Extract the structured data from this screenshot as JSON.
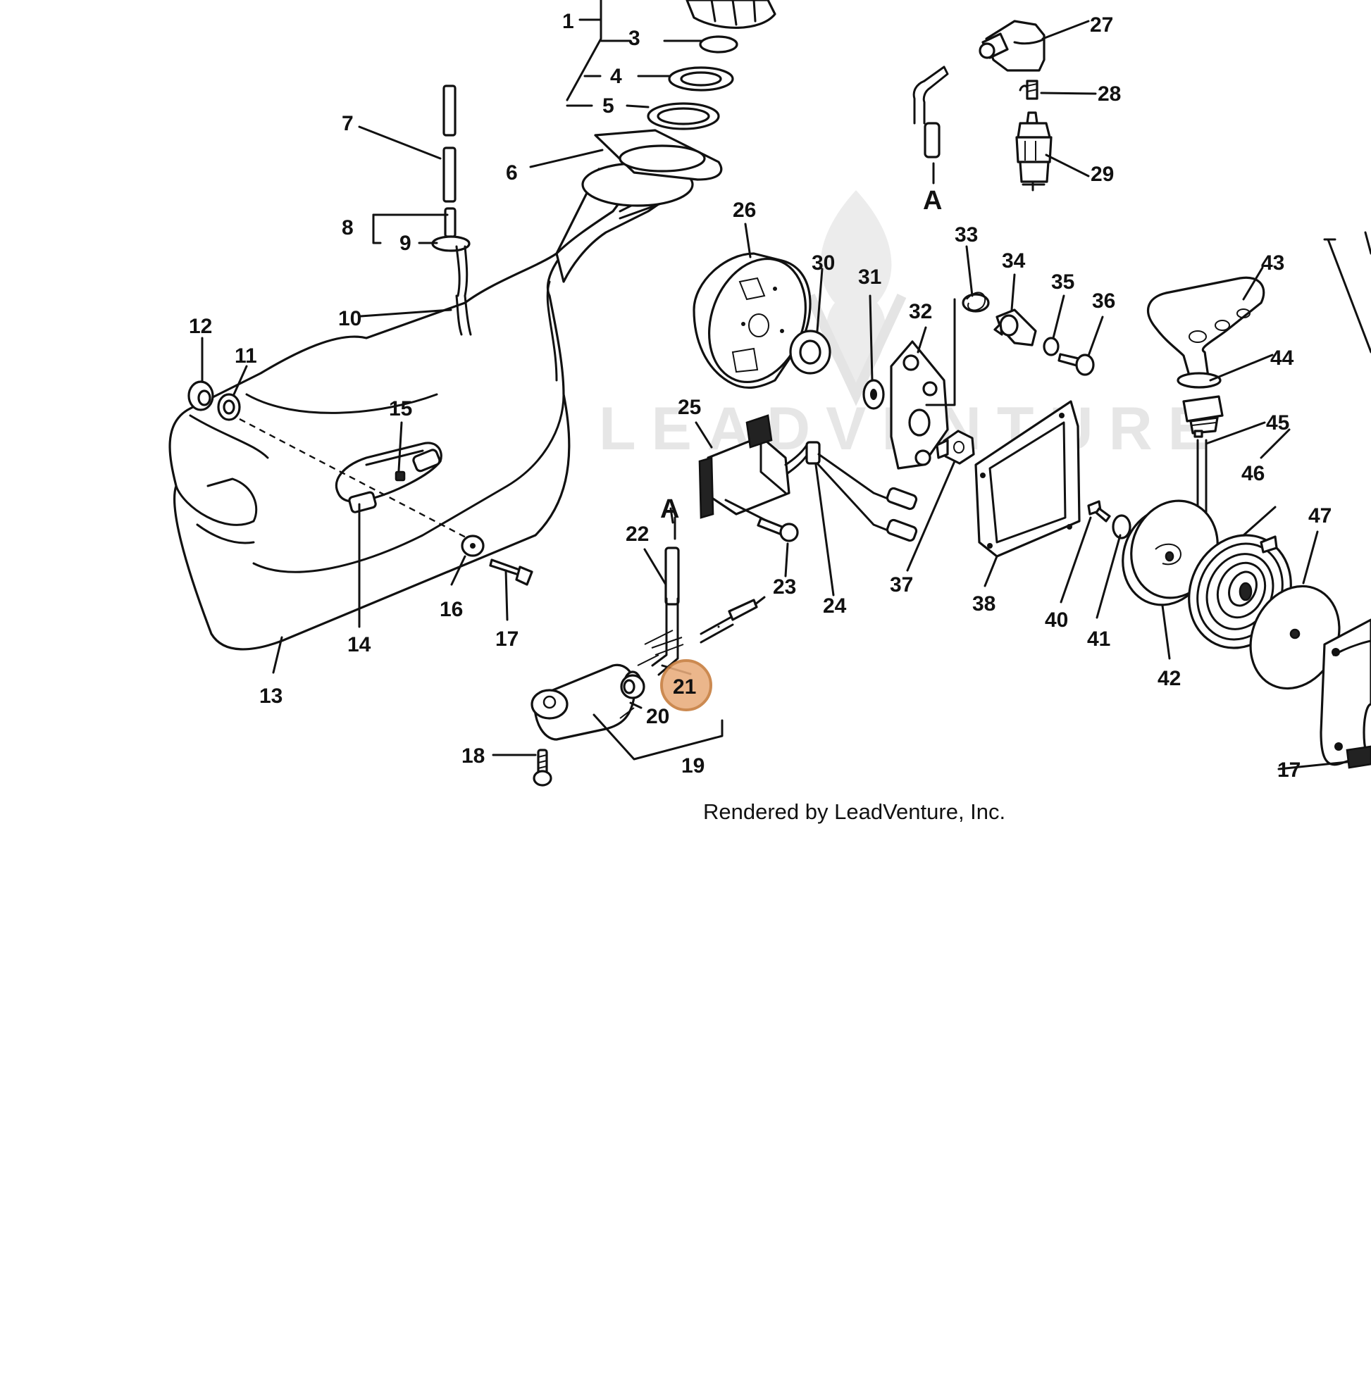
{
  "diagram": {
    "labels": {
      "l1": "1",
      "l3": "3",
      "l4": "4",
      "l5": "5",
      "l6": "6",
      "l7": "7",
      "l8": "8",
      "l9": "9",
      "l10": "10",
      "l11": "11",
      "l12": "12",
      "l13": "13",
      "l14": "14",
      "l15": "15",
      "l16": "16",
      "l17": "17",
      "l17b": "17",
      "l18": "18",
      "l19": "19",
      "l20": "20",
      "l21": "21",
      "l22": "22",
      "l23": "23",
      "l24": "24",
      "l25": "25",
      "l26": "26",
      "l27": "27",
      "l28": "28",
      "l29": "29",
      "l30": "30",
      "l31": "31",
      "l32": "32",
      "l33": "33",
      "l34": "34",
      "l35": "35",
      "l36": "36",
      "l37": "37",
      "l38": "38",
      "l40": "40",
      "l41": "41",
      "l42": "42",
      "l43": "43",
      "l44": "44",
      "l45": "45",
      "l46": "46",
      "l47": "47",
      "connectorA1": "A",
      "connectorA2": "A"
    },
    "highlighted_part": "21",
    "highlight_color": "#e9ac7c",
    "watermark": "LEADVENTURE",
    "credit": "Rendered by LeadVenture, Inc."
  }
}
